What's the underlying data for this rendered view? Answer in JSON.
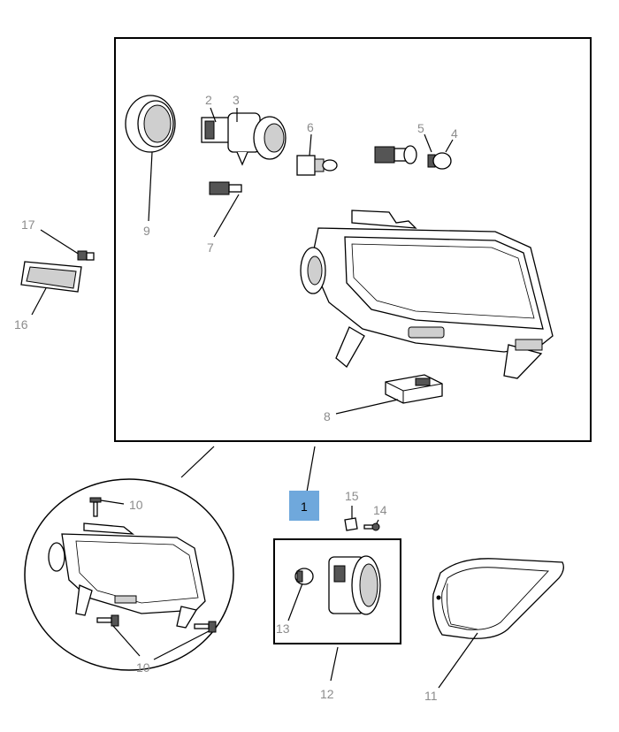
{
  "callouts": {
    "c1": "1",
    "c2": "2",
    "c3": "3",
    "c4": "4",
    "c5": "5",
    "c6": "6",
    "c7": "7",
    "c8": "8",
    "c9": "9",
    "c10a": "10",
    "c10b": "10",
    "c11": "11",
    "c12": "12",
    "c13": "13",
    "c14": "14",
    "c15": "15",
    "c16": "16",
    "c17": "17"
  },
  "colors": {
    "highlight": "#6fa8dc",
    "callout_text": "#8c8c8c",
    "line": "#000000"
  }
}
